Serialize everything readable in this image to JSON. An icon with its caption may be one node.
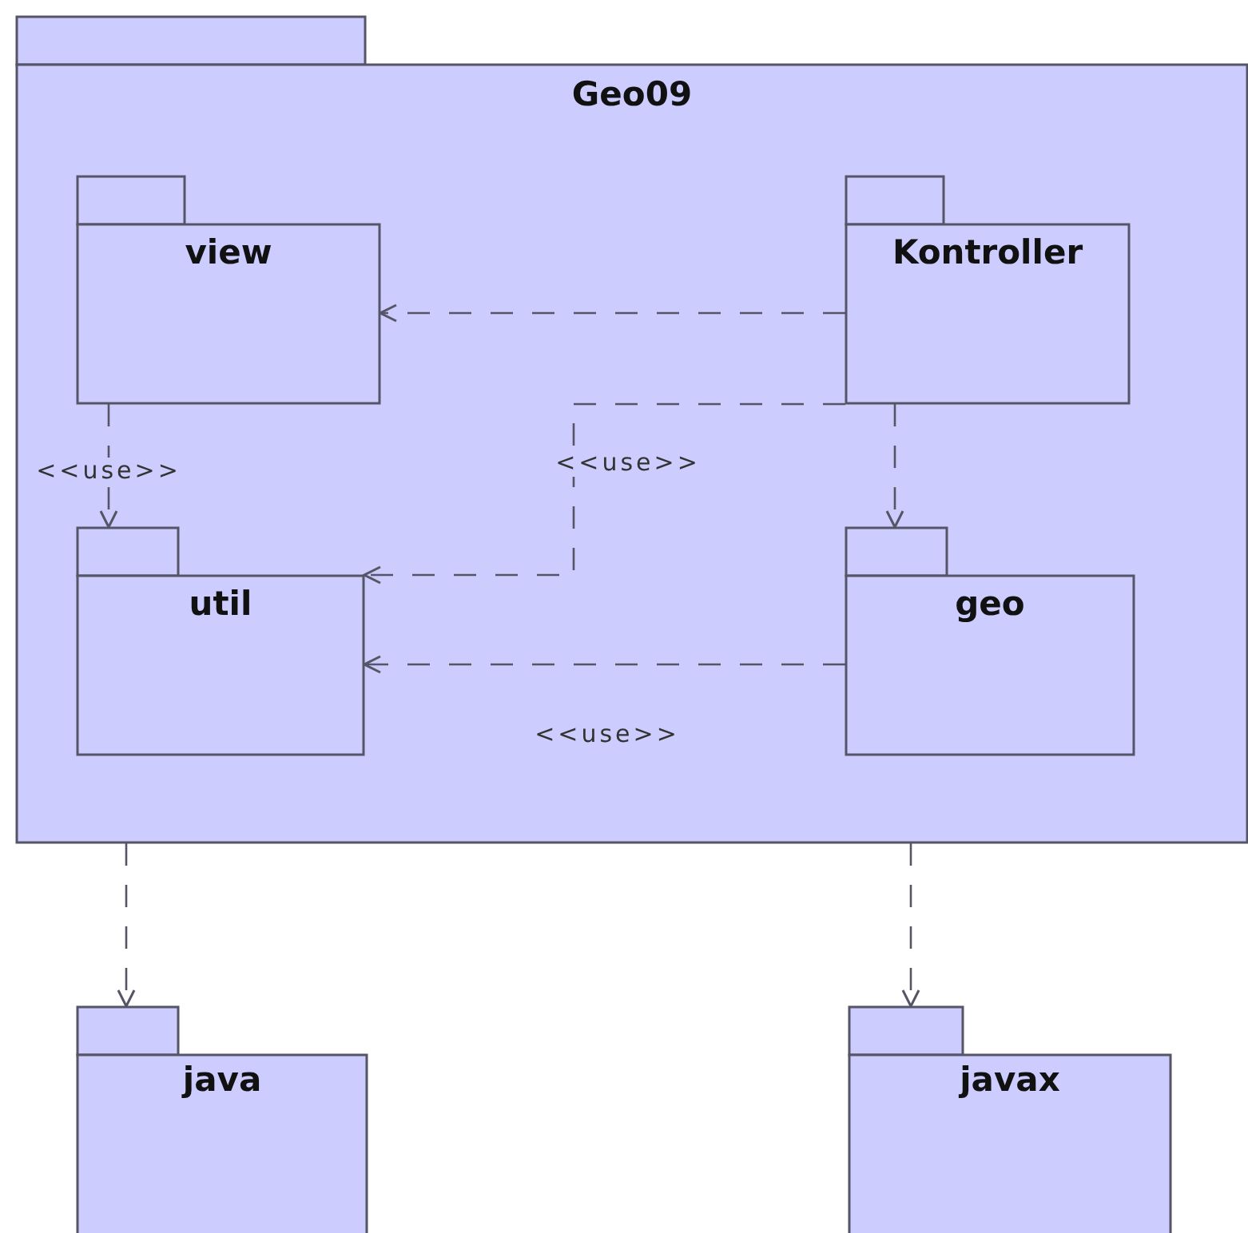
{
  "diagram": {
    "nodes": [
      {
        "text": [
          "Geo09"
        ]
      },
      {
        "text": [
          "view"
        ],
        "in": 0
      },
      {
        "text": [
          "Kontroller"
        ],
        "in": 0
      },
      {
        "text": [
          "util"
        ],
        "in": 0
      },
      {
        "text": [
          "geo"
        ],
        "in": 0
      },
      {
        "text": [
          "java"
        ]
      },
      {
        "text": [
          "javax"
        ]
      }
    ],
    "edges": [
      {
        "from": 2,
        "to": 1,
        "arrow": "to",
        "style": "dashed"
      },
      {
        "from": 1,
        "to": 3,
        "arrow": "to",
        "style": "dashed",
        "label": "<<use>>"
      },
      {
        "from": 2,
        "to": 3,
        "arrow": "to",
        "style": "dashed",
        "label": "<<use>>"
      },
      {
        "from": 2,
        "to": 4,
        "arrow": "to",
        "style": "dashed"
      },
      {
        "from": 4,
        "to": 3,
        "arrow": "to",
        "style": "dashed",
        "label": "<<use>>"
      },
      {
        "from": 0,
        "to": 5,
        "arrow": "to",
        "style": "dashed"
      },
      {
        "from": 0,
        "to": 6,
        "arrow": "to",
        "style": "dashed"
      }
    ]
  }
}
